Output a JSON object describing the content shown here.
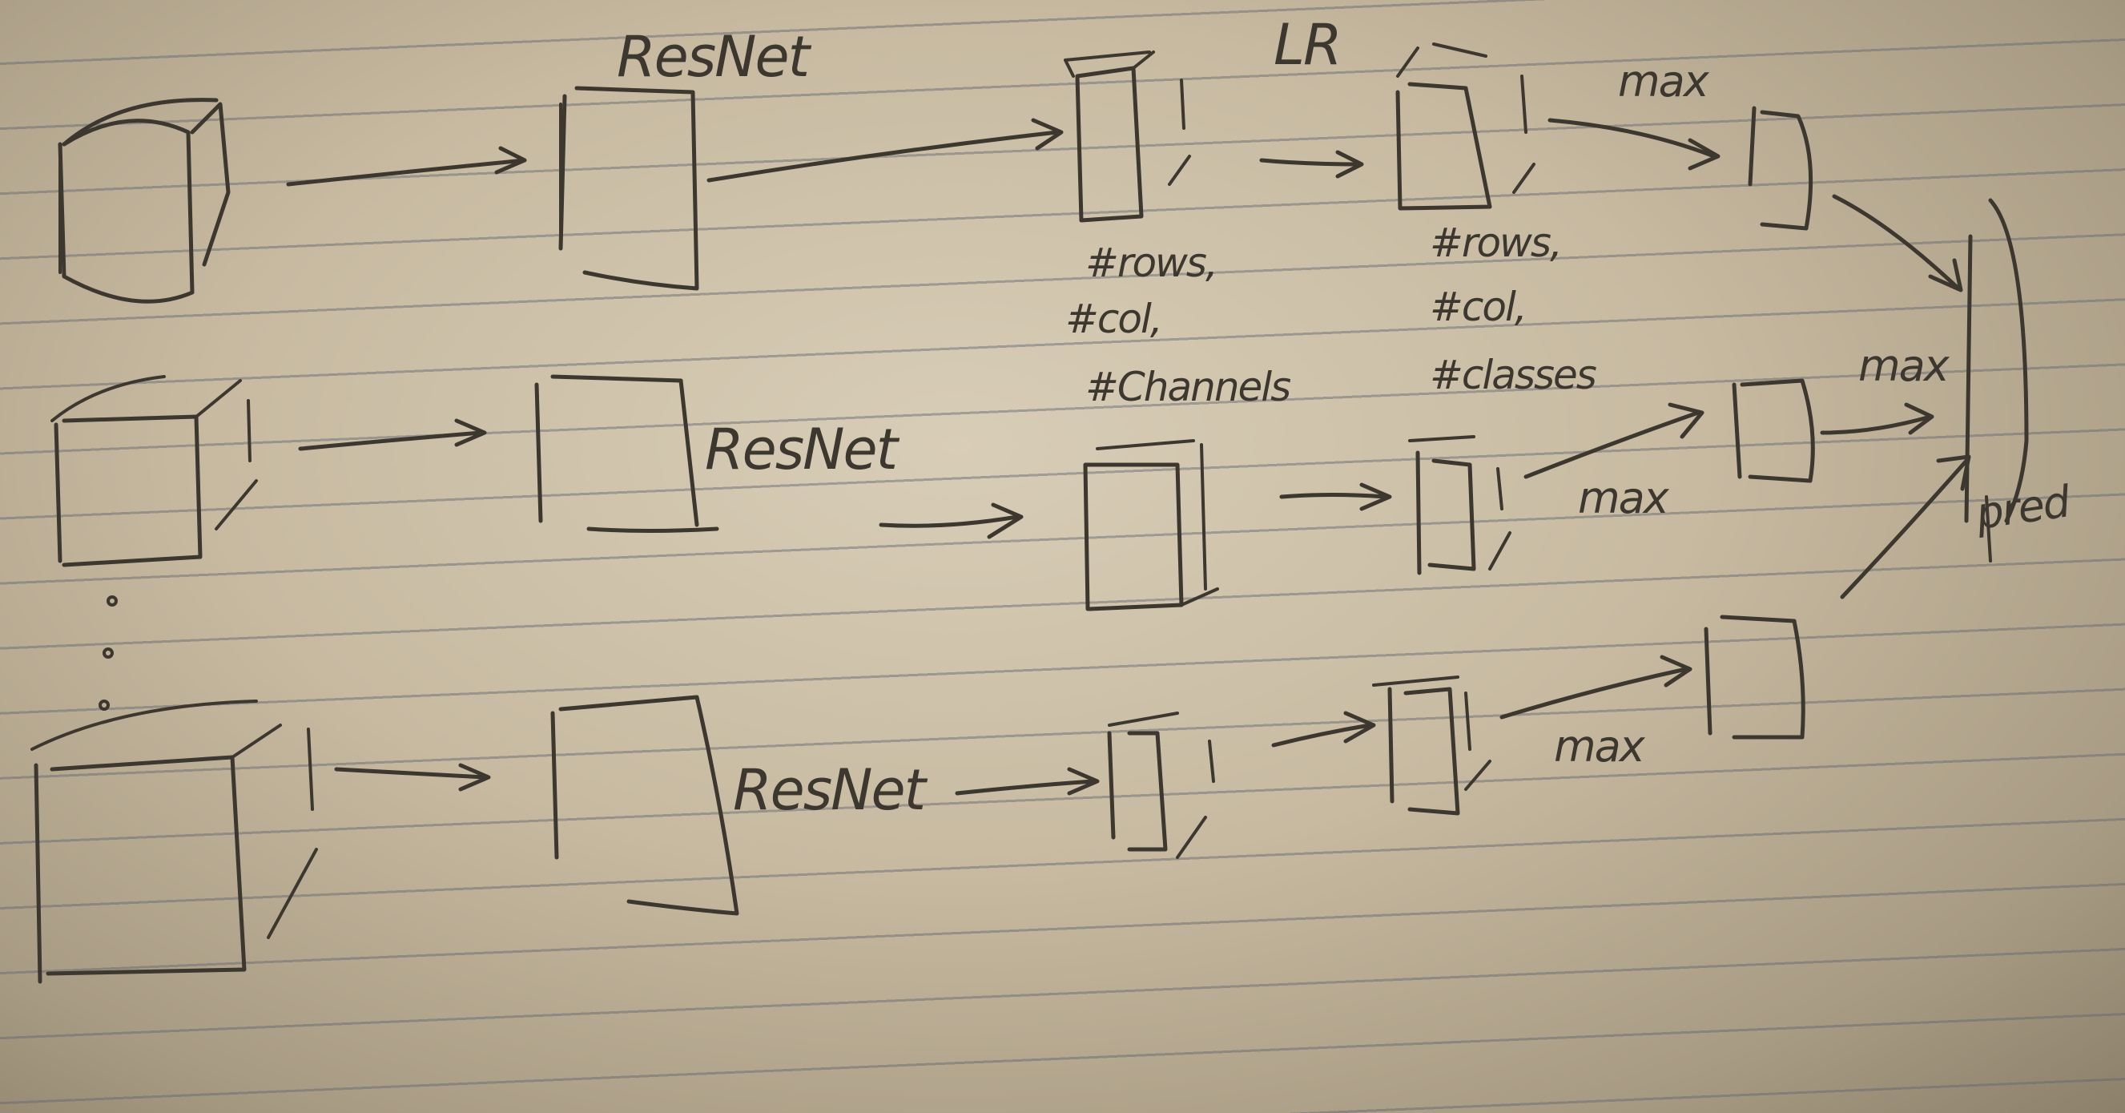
{
  "labels": {
    "resnet_1": "ResNet",
    "resnet_2": "ResNet",
    "resnet_3": "ResNet",
    "lr": "LR",
    "max_1": "max",
    "max_2": "max",
    "max_3": "max",
    "max_4": "max",
    "pred": "pred"
  },
  "notes": {
    "feature_dims": [
      "#rows,",
      "#col,",
      "#Channels"
    ],
    "logit_dims": [
      "#rows,",
      "#col,",
      "#classes"
    ]
  }
}
